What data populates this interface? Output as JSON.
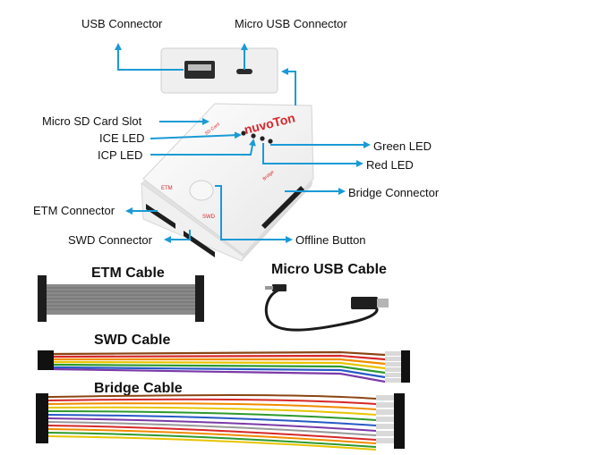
{
  "device": {
    "brand": "nuvoTon",
    "port_labels": {
      "etm": "ETM",
      "swd": "SWD",
      "bridge": "Bridge",
      "sd": "SD Card"
    }
  },
  "callouts": {
    "usb_connector": "USB Connector",
    "micro_usb_connector": "Micro USB Connector",
    "micro_sd_card_slot": "Micro SD Card Slot",
    "ice_led": "ICE LED",
    "icp_led": "ICP LED",
    "green_led": "Green LED",
    "red_led": "Red LED",
    "bridge_connector": "Bridge Connector",
    "etm_connector": "ETM Connector",
    "swd_connector": "SWD Connector",
    "offline_button": "Offline Button"
  },
  "cables": {
    "etm": "ETM Cable",
    "micro_usb": "Micro USB Cable",
    "swd": "SWD Cable",
    "bridge": "Bridge Cable"
  },
  "colors": {
    "callout_arrow": "#1a9ad6",
    "brand_red": "#d7262d",
    "device_body": "#f4f4f4",
    "ribbon_gray": "#8a8a8a"
  }
}
